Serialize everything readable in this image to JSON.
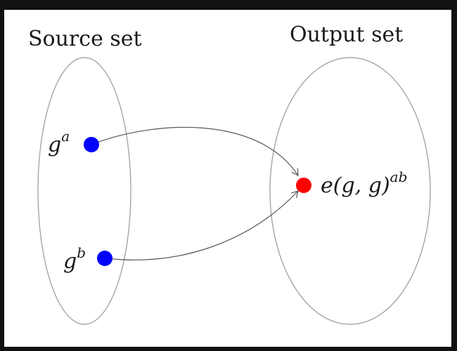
{
  "source_set": {
    "title": "Source set",
    "elements": [
      {
        "base": "g",
        "exponent": "a",
        "color": "#0000ff"
      },
      {
        "base": "g",
        "exponent": "b",
        "color": "#0000ff"
      }
    ]
  },
  "output_set": {
    "title": "Output set",
    "element": {
      "base": "e(g, g)",
      "exponent": "ab",
      "color": "#ff0000"
    }
  },
  "colors": {
    "ellipse_stroke": "#999999",
    "arrow_stroke": "#555555",
    "text": "#1a1a1a"
  }
}
